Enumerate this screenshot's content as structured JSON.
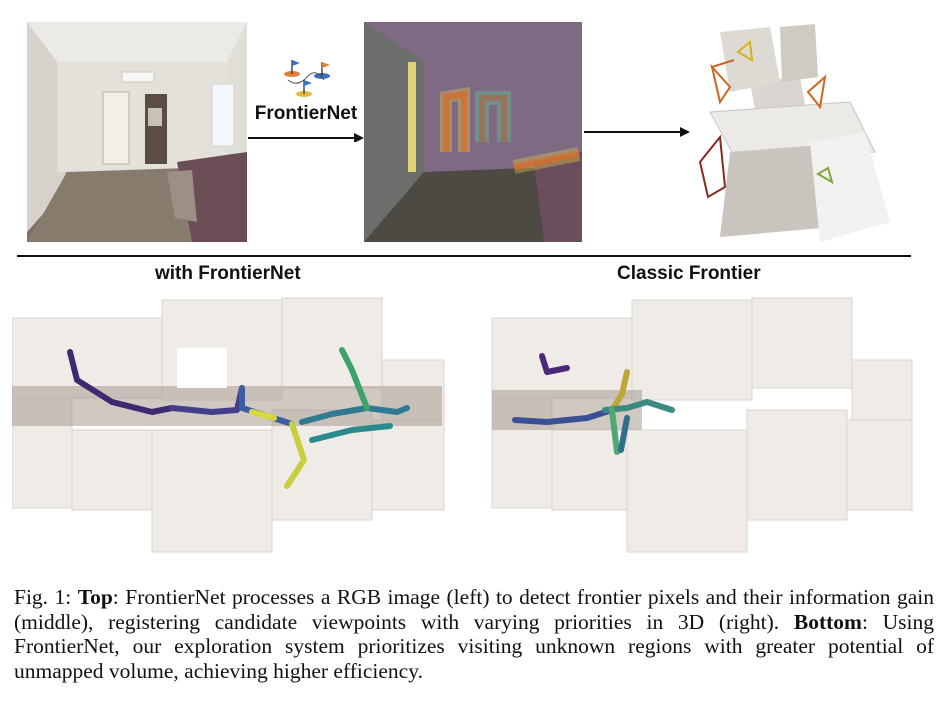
{
  "top_row": {
    "network_label": "FrontierNet"
  },
  "panels": {
    "left_title": "with FrontierNet",
    "right_title": "Classic Frontier"
  },
  "caption": {
    "fig_label": "Fig. 1:",
    "top_label": "Top",
    "top_text": ": FrontierNet processes a RGB image (left) to detect frontier pixels and their information gain (middle), registering candidate viewpoints with varying priorities in 3D (right). ",
    "bottom_label": "Bottom",
    "bottom_text": ": Using FrontierNet, our exploration system prioritizes visiting unknown regions with greater potential of unmapped volume, achieving higher efficiency."
  }
}
